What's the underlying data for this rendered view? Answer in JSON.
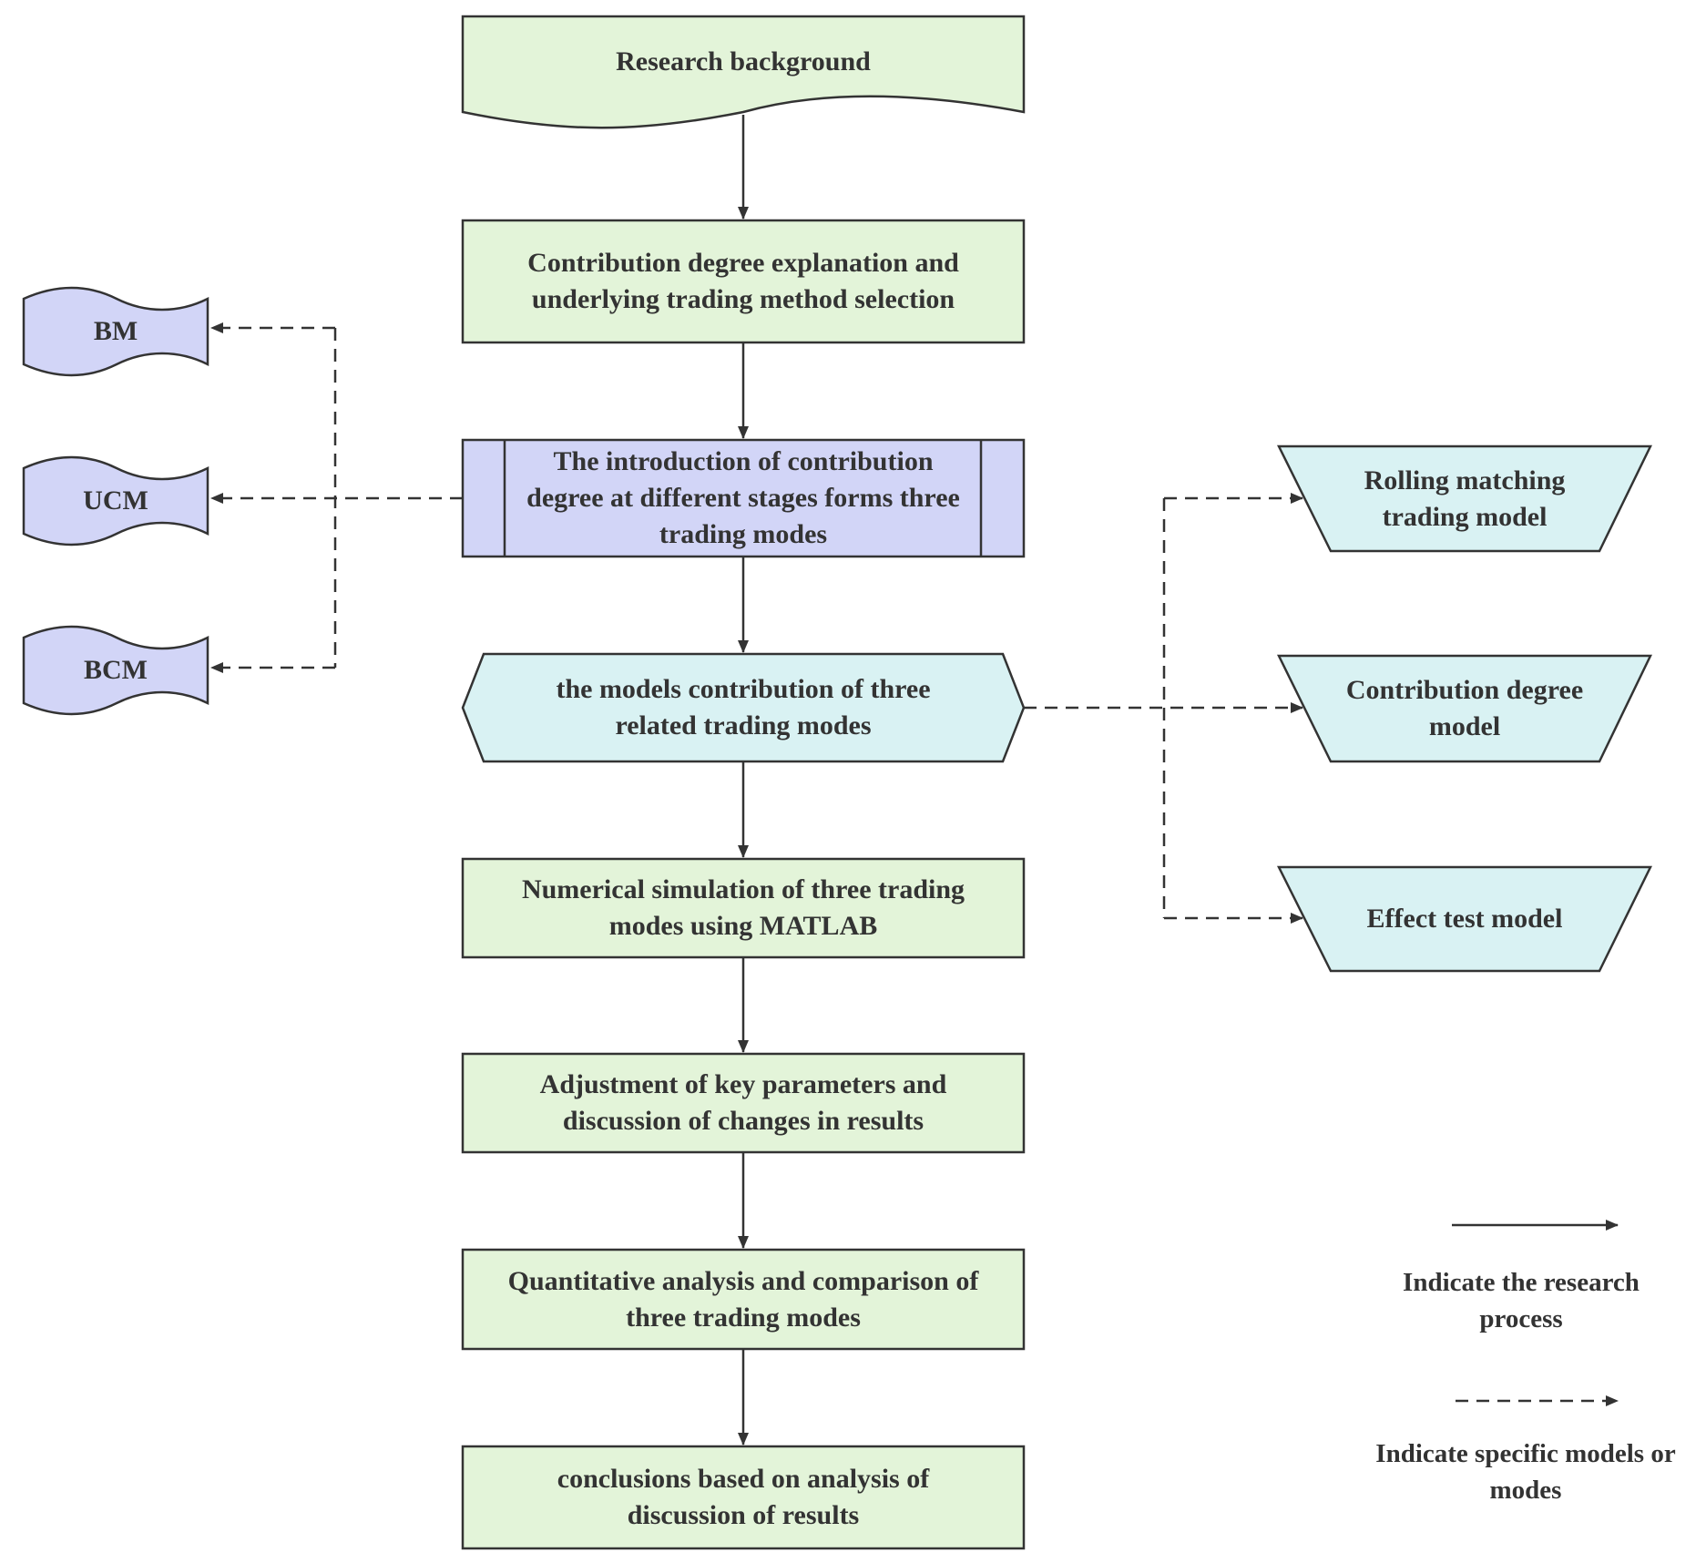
{
  "colors": {
    "green_fill": "#e3f4d9",
    "purple_fill": "#d2d5f7",
    "cyan_fill": "#d9f2f3",
    "stroke": "#333333"
  },
  "main_flow": {
    "research_background": "Research background",
    "contribution_explanation": "Contribution degree explanation and underlying trading method selection",
    "introduction_stages": "The introduction of contribution degree at different stages forms three trading modes",
    "models_contribution": "the models contribution of three related trading modes",
    "numerical_simulation": "Numerical simulation of three trading modes using MATLAB",
    "adjustment_parameters": "Adjustment of key parameters and discussion of changes in results",
    "quantitative_analysis": "Quantitative analysis and comparison of three trading modes",
    "conclusions": "conclusions based on analysis of discussion of results"
  },
  "left_modes": [
    "BM",
    "UCM",
    "BCM"
  ],
  "right_models": [
    "Rolling matching trading model",
    "Contribution degree model",
    "Effect test model"
  ],
  "legend": {
    "solid_label": "Indicate the research process",
    "dashed_label": "Indicate specific models or modes"
  }
}
